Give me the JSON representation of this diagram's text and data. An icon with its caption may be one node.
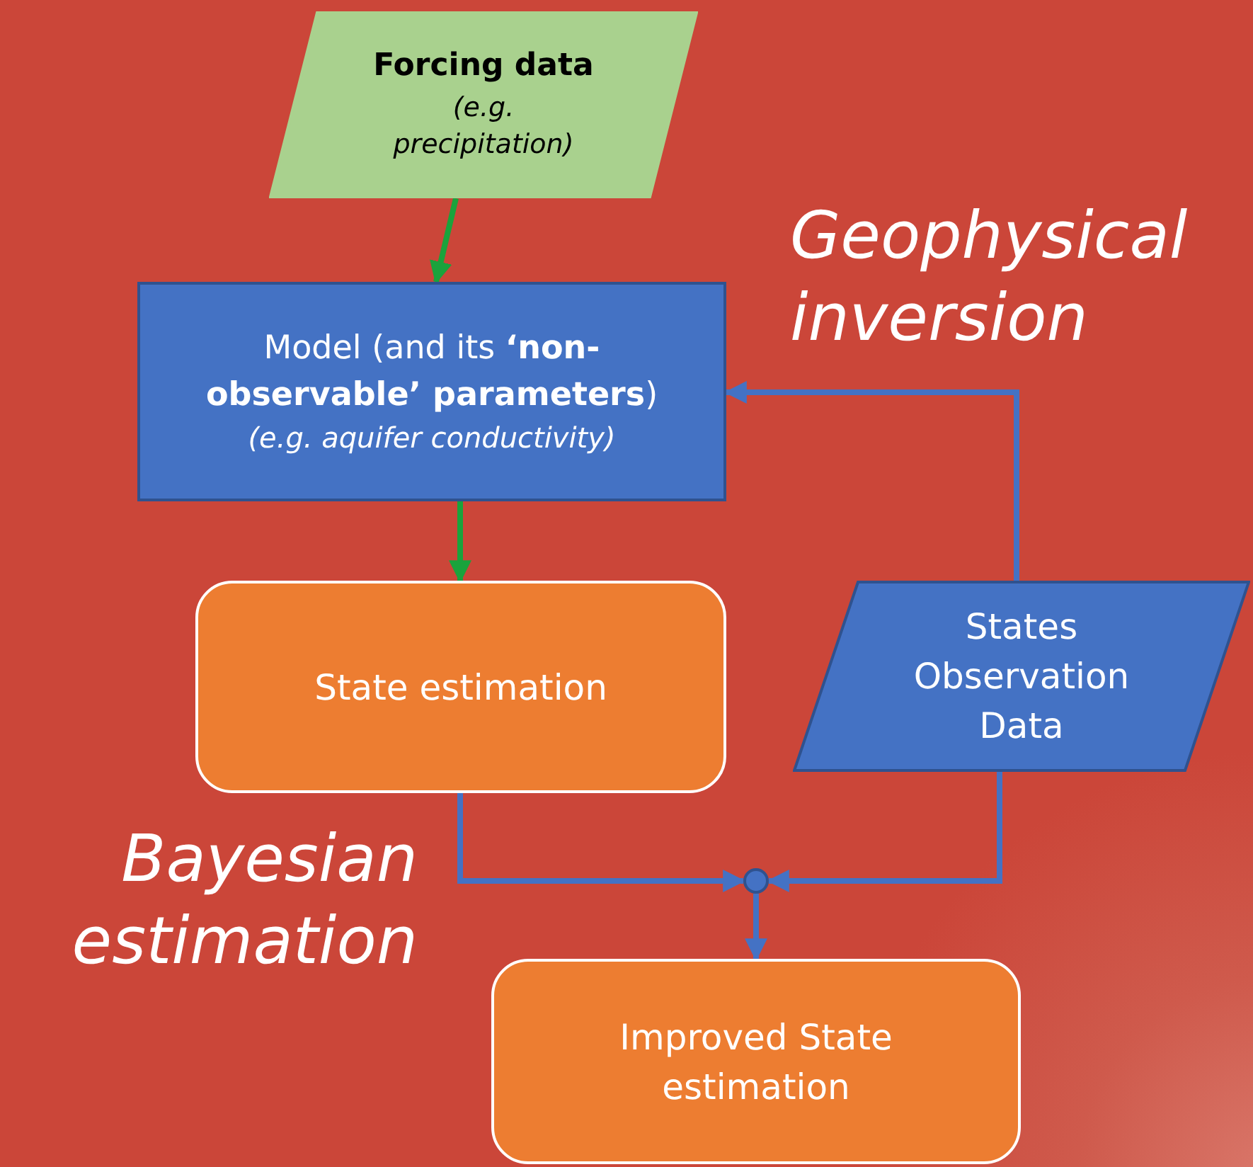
{
  "diagram": {
    "nodes": [
      {
        "text": [
          "Forcing data",
          "(e.g. precipitation)"
        ]
      },
      {
        "text": [
          "Model (and its **‘non-observable’ parameters**)",
          "(e.g. aquifer conductivity)"
        ]
      },
      {
        "text": [
          "State estimation"
        ]
      },
      {
        "text": [
          "States Observation Data"
        ]
      },
      {
        "text": [],
        "shape": "circle"
      },
      {
        "text": [
          "Improved State estimation"
        ]
      }
    ],
    "edges": [
      {
        "from": 0,
        "to": 1,
        "arrow": "to",
        "color": "#1aa33c"
      },
      {
        "from": 1,
        "to": 2,
        "arrow": "to",
        "color": "#1aa33c"
      },
      {
        "from": 3,
        "to": 1,
        "arrow": "to"
      },
      {
        "from": 2,
        "to": 4,
        "arrow": "to"
      },
      {
        "from": 3,
        "to": 4,
        "arrow": "to"
      },
      {
        "from": 4,
        "to": 5,
        "arrow": "to"
      }
    ],
    "labels": [
      "Geophysical inversion",
      "Bayesian estimation"
    ]
  }
}
